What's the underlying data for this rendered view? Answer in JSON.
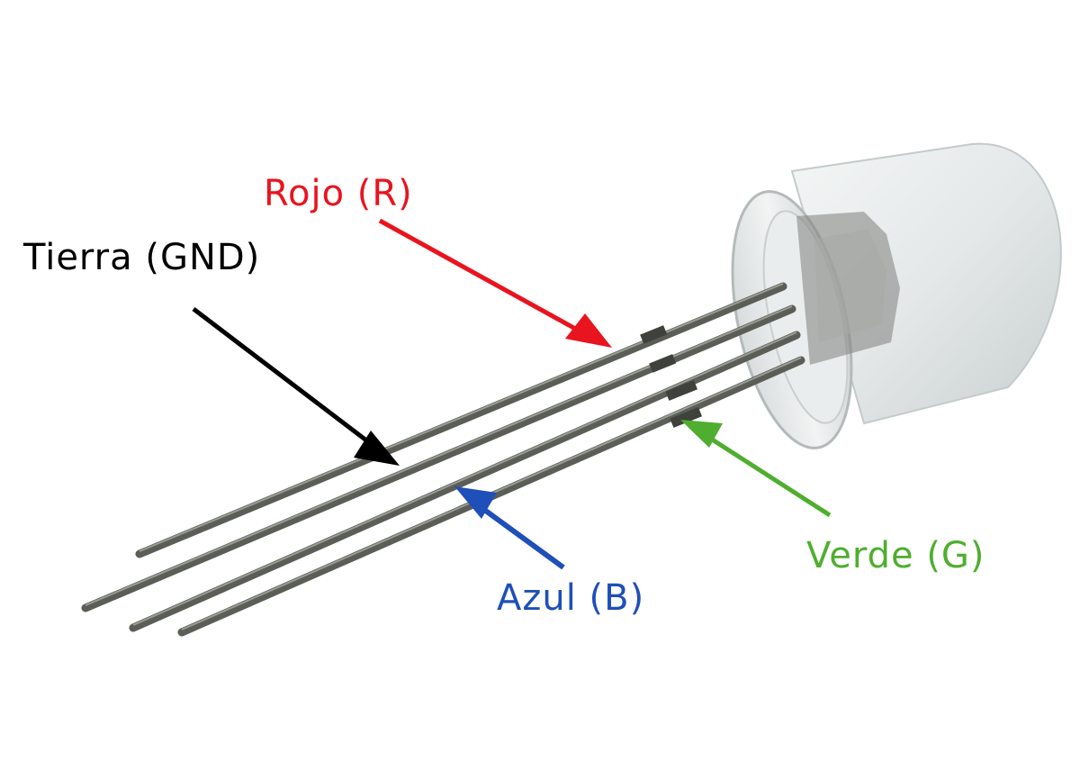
{
  "labels": {
    "red": "Rojo (R)",
    "ground": "Tierra (GND)",
    "blue": "Azul (B)",
    "green": "Verde (G)"
  },
  "colors": {
    "red": "#e8141e",
    "ground": "#000000",
    "blue": "#1f4fb8",
    "green": "#4fae2f",
    "lead": "#5b5d57",
    "lead_highlight": "#9a9c96"
  }
}
